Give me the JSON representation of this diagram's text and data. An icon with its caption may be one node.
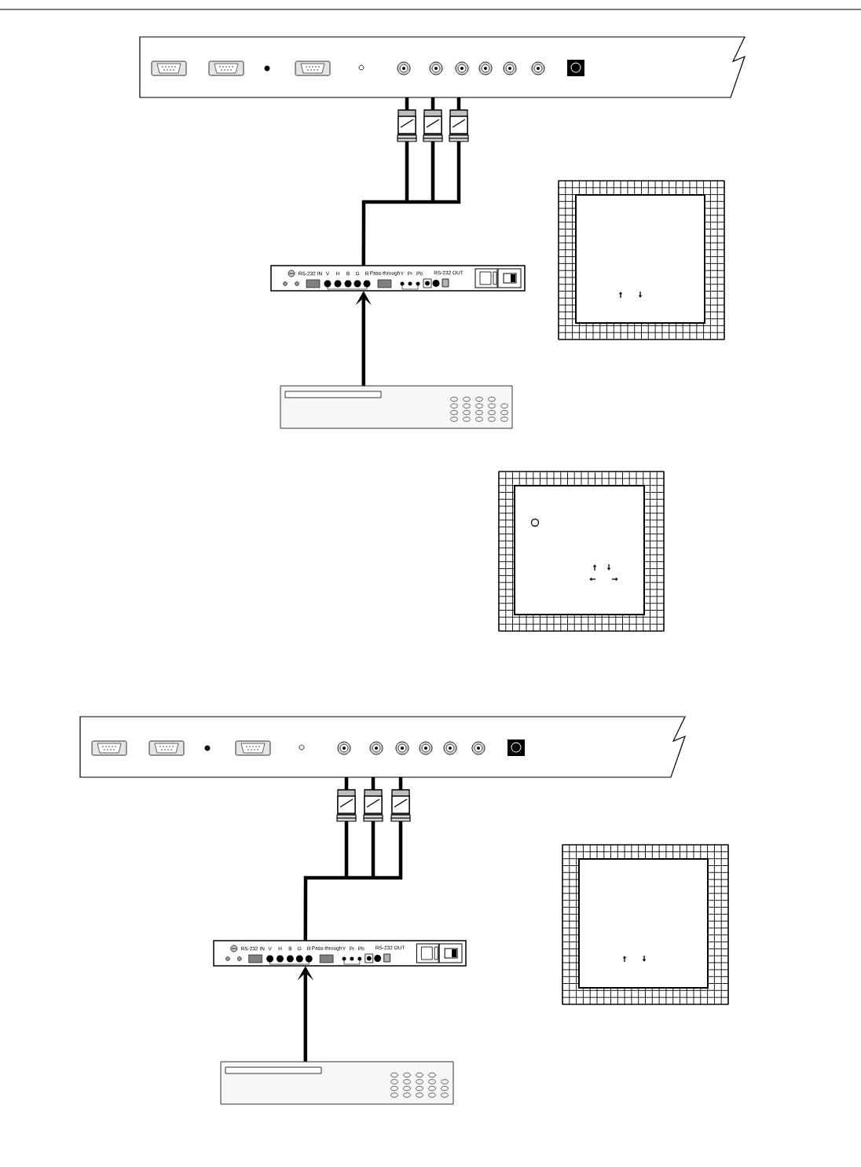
{
  "diagram": {
    "nodes": [
      {
        "text": [],
        "shape": "box"
      },
      {
        "text": [],
        "shape": "box"
      },
      {
        "text": [],
        "shape": "box"
      },
      {
        "text": [],
        "shape": "box"
      },
      {
        "text": [],
        "shape": "box"
      },
      {
        "text": [],
        "shape": "box"
      }
    ],
    "edges": [
      {
        "from": 1,
        "to": 0,
        "arrow": "none"
      },
      {
        "from": 2,
        "to": 1,
        "arrow": "to"
      },
      {
        "from": 4,
        "to": 3,
        "arrow": "none"
      },
      {
        "from": 5,
        "to": 4,
        "arrow": "to"
      }
    ],
    "labels": [
      "RS-232 IN",
      "V",
      "H",
      "B",
      "G",
      "R",
      "Pass-through",
      "Y",
      "Pr",
      "Pb",
      "RS-232 OUT",
      "RS-232 IN",
      "V",
      "H",
      "B",
      "G",
      "R",
      "Pass-through",
      "Y",
      "Pr",
      "Pb",
      "RS-232 OUT"
    ]
  }
}
